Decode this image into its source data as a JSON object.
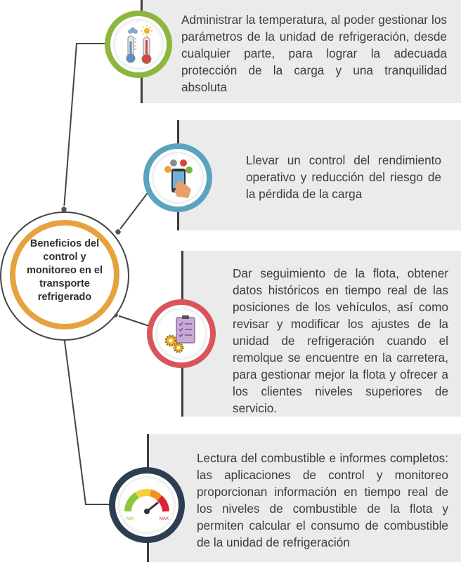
{
  "hub": {
    "title": "Beneficios del control y monitoreo en el transporte refrigerado"
  },
  "benefits": [
    {
      "icon": "thermometer-icon",
      "accent": "#8db63f",
      "text": "Administrar la temperatura, al poder gestionar los parámetros de la unidad de refrigeración, desde cualquier parte, para lograr la adecuada protección de la carga y una tranquilidad absoluta"
    },
    {
      "icon": "smartphone-apps-icon",
      "accent": "#5aa4bd",
      "text": "Llevar un control del rendimiento operativo y reducción del riesgo de la pérdida de la carga"
    },
    {
      "icon": "checklist-gears-icon",
      "accent": "#d9545b",
      "text": "Dar seguimiento de la flota, obtener datos históricos en tiempo real de las posiciones de los vehículos, así como revisar y modificar los ajustes de la unidad de refrigeración cuando el remolque se encuentre en la carretera, para gestionar mejor la flota y ofrecer a los clientes niveles superiores de servicio."
    },
    {
      "icon": "fuel-gauge-icon",
      "accent": "#2e3d52",
      "text": "Lectura del combustible e informes completos: las aplicaciones de control y monitoreo proporcionan información en tiempo real de los niveles de combustible de la flota y permiten calcular el consumo de combustible de la unidad de refrigeración"
    }
  ],
  "gauge_labels": {
    "min": "MIN",
    "max": "MAX"
  },
  "colors": {
    "hub_ring": "#e5a23f",
    "panel_bg": "#ebebeb",
    "line": "#444444",
    "text": "#3c3c3c"
  }
}
